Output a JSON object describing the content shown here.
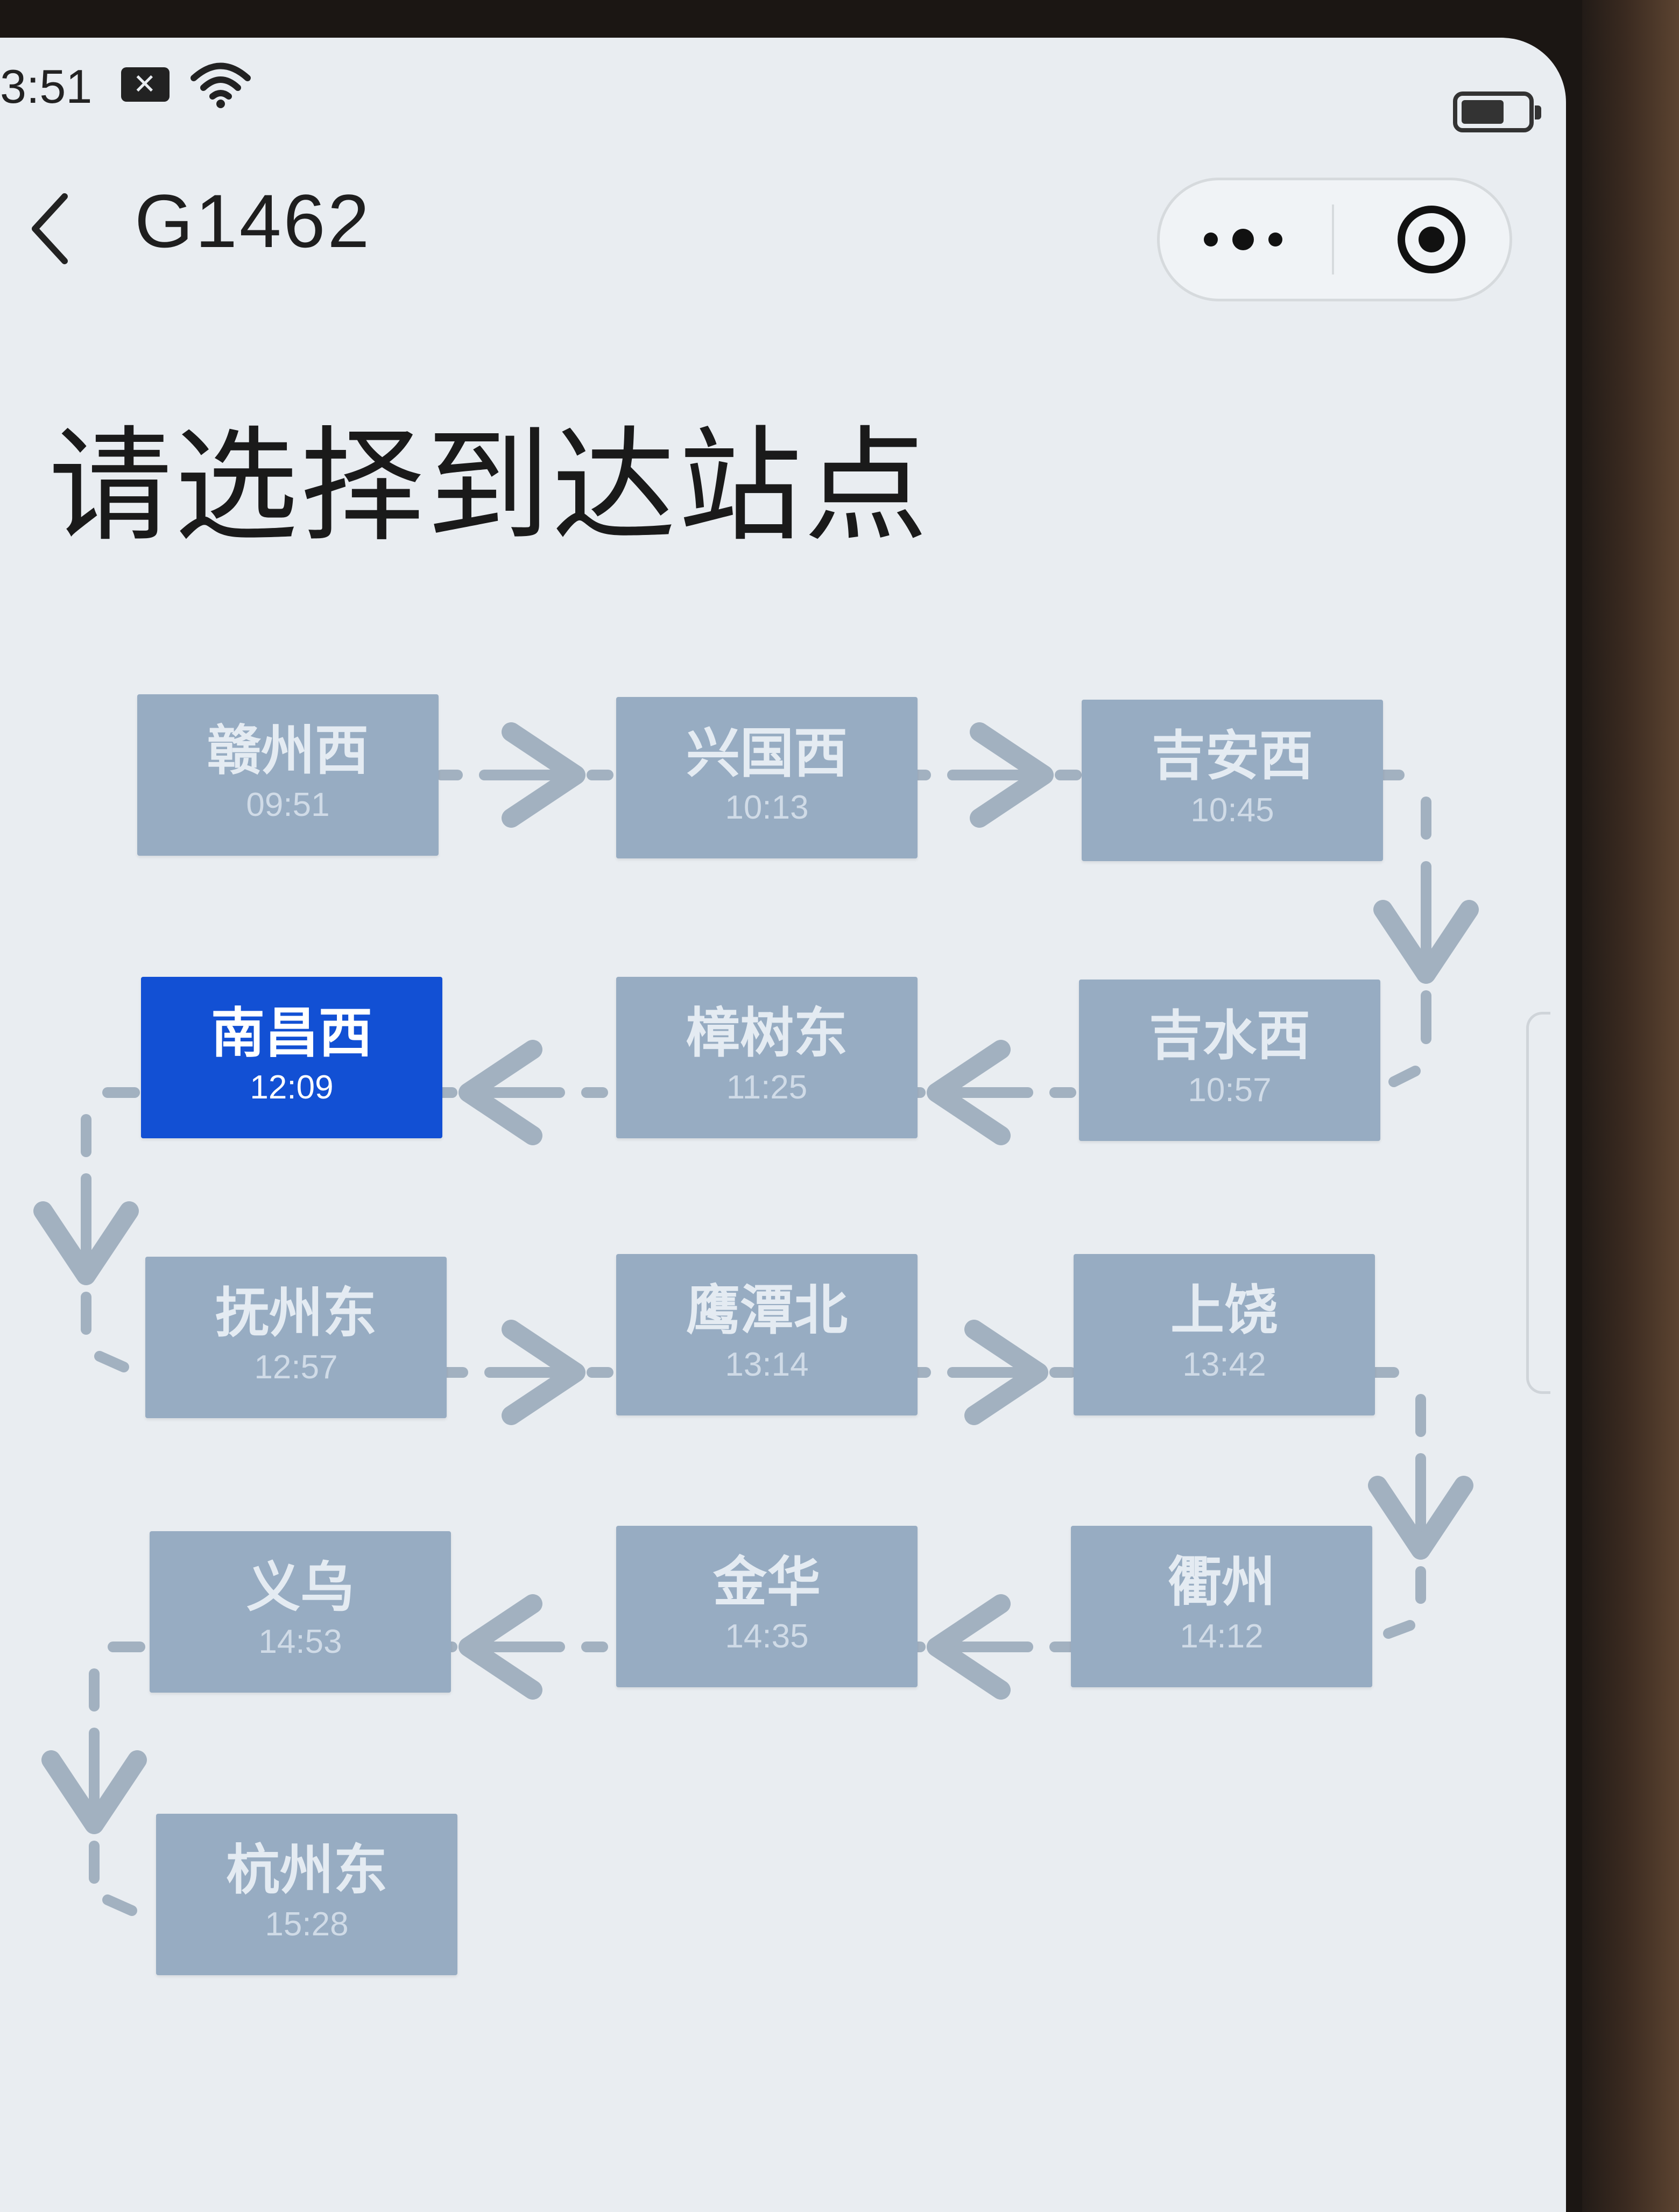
{
  "status_bar": {
    "time": "3:51",
    "icons": [
      "notification-x-icon",
      "wifi-icon",
      "battery-icon"
    ]
  },
  "nav": {
    "title": "G1462",
    "icons": [
      "back-icon",
      "more-icon",
      "close-target-icon"
    ]
  },
  "heading": "请选择到达站点",
  "colors": {
    "tile": "#97acc2",
    "tile_selected": "#1250d4",
    "connector": "#a2b1c0"
  },
  "stations": [
    {
      "name": "赣州西",
      "time": "09:51",
      "selected": false
    },
    {
      "name": "兴国西",
      "time": "10:13",
      "selected": false
    },
    {
      "name": "吉安西",
      "time": "10:45",
      "selected": false
    },
    {
      "name": "吉水西",
      "time": "10:57",
      "selected": false
    },
    {
      "name": "樟树东",
      "time": "11:25",
      "selected": false
    },
    {
      "name": "南昌西",
      "time": "12:09",
      "selected": true
    },
    {
      "name": "抚州东",
      "time": "12:57",
      "selected": false
    },
    {
      "name": "鹰潭北",
      "time": "13:14",
      "selected": false
    },
    {
      "name": "上饶",
      "time": "13:42",
      "selected": false
    },
    {
      "name": "衢州",
      "time": "14:12",
      "selected": false
    },
    {
      "name": "金华",
      "time": "14:35",
      "selected": false
    },
    {
      "name": "义乌",
      "time": "14:53",
      "selected": false
    },
    {
      "name": "杭州东",
      "time": "15:28",
      "selected": false
    }
  ]
}
